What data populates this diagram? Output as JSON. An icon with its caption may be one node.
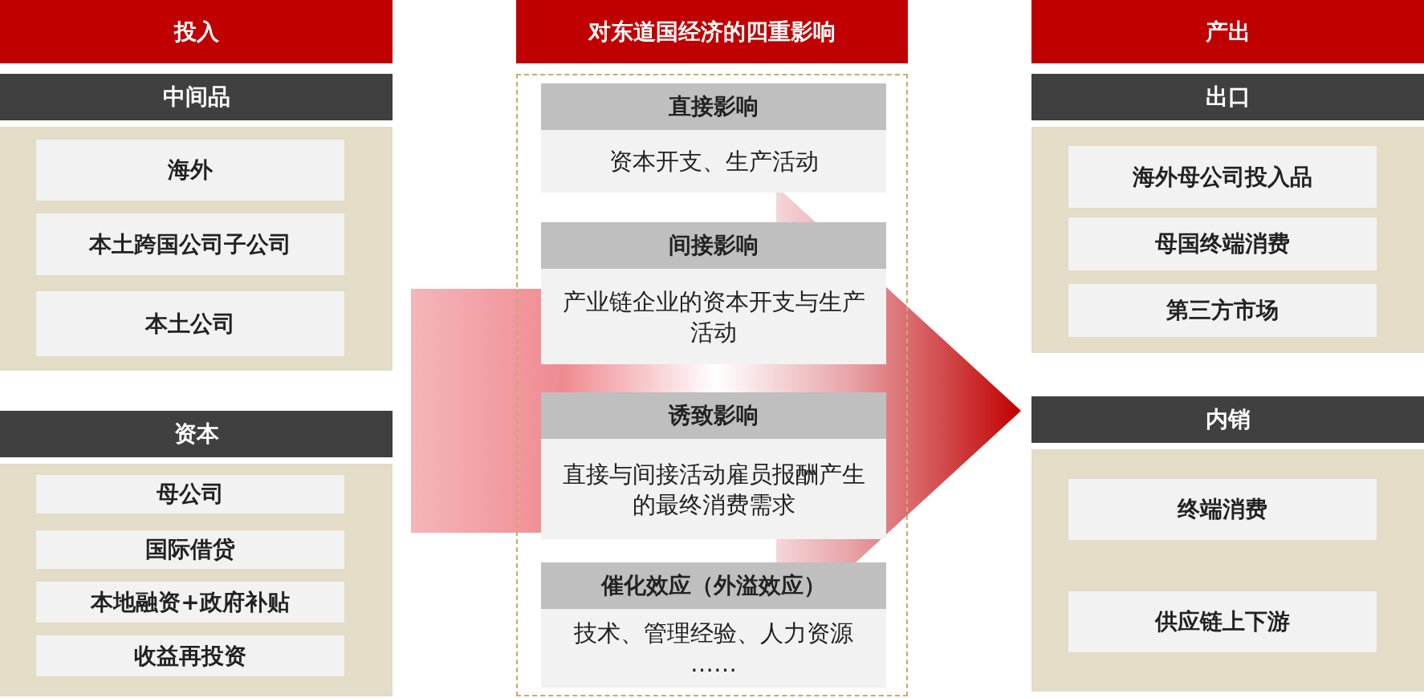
{
  "diagram": {
    "nodes": [
      {
        "text": [
          "投入"
        ]
      },
      {
        "text": [
          "中间品"
        ]
      },
      {
        "text": [
          "海外"
        ],
        "in": 1
      },
      {
        "text": [
          "本土跨国公司子公司"
        ],
        "in": 1
      },
      {
        "text": [
          "本土公司"
        ],
        "in": 1
      },
      {
        "text": [
          "资本"
        ]
      },
      {
        "text": [
          "母公司"
        ],
        "in": 5
      },
      {
        "text": [
          "国际借贷"
        ],
        "in": 5
      },
      {
        "text": [
          "本地融资+政府补贴"
        ],
        "in": 5
      },
      {
        "text": [
          "收益再投资"
        ],
        "in": 5
      },
      {
        "text": [
          "对东道国经济的四重影响"
        ]
      },
      {
        "text": [],
        "shape": "box"
      },
      {
        "text": [
          "直接影响",
          "资本开支、生产活动"
        ],
        "in": 11
      },
      {
        "text": [
          "间接影响",
          "产业链企业的资本开支与生产活动"
        ],
        "in": 11
      },
      {
        "text": [
          "诱致影响",
          "直接与间接活动雇员报酬产生的最终消费需求"
        ],
        "in": 11
      },
      {
        "text": [
          "催化效应（外溢效应）",
          "技术、管理经验、人力资源 ……"
        ],
        "in": 11
      },
      {
        "text": [
          "产出"
        ]
      },
      {
        "text": [
          "出口"
        ]
      },
      {
        "text": [
          "海外母公司投入品"
        ],
        "in": 17
      },
      {
        "text": [
          "母国终端消费"
        ],
        "in": 17
      },
      {
        "text": [
          "第三方市场"
        ],
        "in": 17
      },
      {
        "text": [
          "内销"
        ]
      },
      {
        "text": [
          "终端消费"
        ],
        "in": 21
      },
      {
        "text": [
          "供应链上下游"
        ],
        "in": 21
      }
    ],
    "edges": [
      {
        "from": null,
        "to": 21,
        "arrow": "to"
      }
    ]
  }
}
